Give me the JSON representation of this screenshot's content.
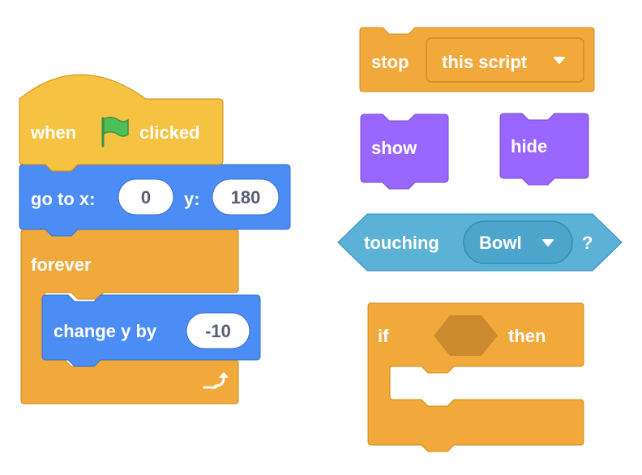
{
  "colors": {
    "events": "#f5c242",
    "control": "#f2a93b",
    "motion": "#4c8cf5",
    "looks": "#9966ff",
    "sensing": "#5cb1d6",
    "stroke_orange": "#cf8b17",
    "stroke_blue": "#3373cc",
    "stroke_purple": "#774dcb",
    "stroke_sensing": "#2e8eb8",
    "flag_green": "#4cbf56"
  },
  "script": {
    "hat": {
      "prefix": "when",
      "flag_icon": "green-flag-icon",
      "suffix": "clicked"
    },
    "goto": {
      "prefix": "go to x:",
      "x_value": "0",
      "y_label": "y:",
      "y_value": "180"
    },
    "forever": {
      "label": "forever",
      "loop_icon": "loop-arrow-icon"
    },
    "change_y": {
      "label": "change y by",
      "value": "-10"
    }
  },
  "palette": {
    "stop": {
      "label": "stop",
      "dropdown_value": "this script",
      "dropdown_icon": "chevron-down-icon"
    },
    "show": {
      "label": "show"
    },
    "hide": {
      "label": "hide"
    },
    "touching": {
      "label": "touching",
      "dropdown_value": "Bowl",
      "dropdown_icon": "chevron-down-icon",
      "suffix": "?"
    },
    "if_then": {
      "if_label": "if",
      "then_label": "then"
    }
  }
}
